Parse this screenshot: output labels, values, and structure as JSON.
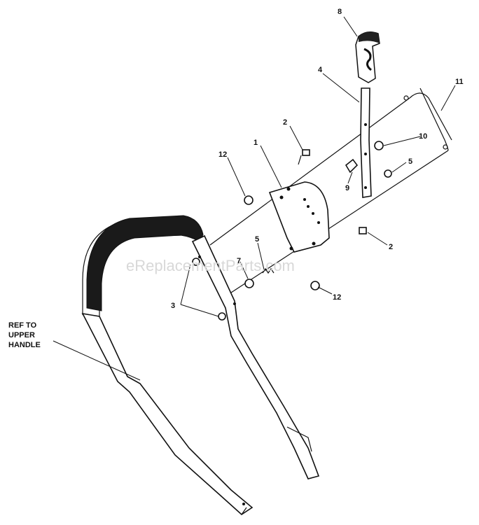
{
  "labels": {
    "l1": "1",
    "l2a": "2",
    "l2b": "2",
    "l3": "3",
    "l4": "4",
    "l5a": "5",
    "l5b": "5",
    "l7": "7",
    "l8": "8",
    "l9": "9",
    "l10": "10",
    "l11": "11",
    "l12a": "12",
    "l12b": "12"
  },
  "ref_note": [
    "REF TO",
    "UPPER",
    "HANDLE"
  ],
  "watermark": "eReplacementParts.com"
}
